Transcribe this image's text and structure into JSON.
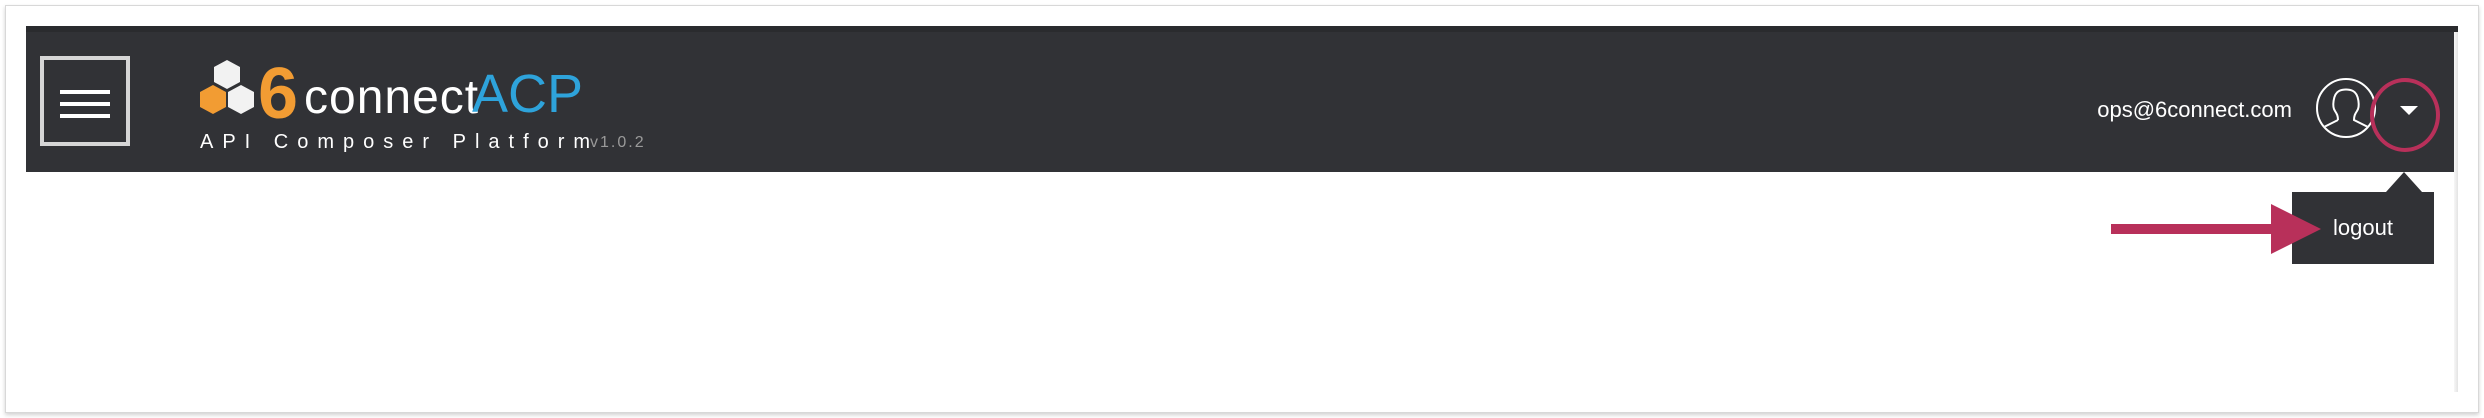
{
  "header": {
    "menu_button": {
      "icon": "hamburger-menu-icon"
    },
    "logo": {
      "mark_icon": "hexagon-cluster-logo-icon",
      "six": "6",
      "connect": "connect",
      "acp": "ACP",
      "tagline": "API Composer Platform",
      "version": "v1.0.2"
    },
    "user": {
      "email": "ops@6connect.com",
      "avatar_icon": "user-silhouette-icon",
      "dropdown_icon": "caret-down-icon"
    }
  },
  "user_menu": {
    "items": [
      {
        "label": "logout"
      }
    ]
  },
  "annotations": {
    "highlight_color": "#b8305a",
    "arrow_target": "logout"
  },
  "colors": {
    "header_bg": "#313236",
    "brand_orange": "#f29c33",
    "brand_blue": "#2ea3db",
    "annotation": "#b8305a"
  }
}
